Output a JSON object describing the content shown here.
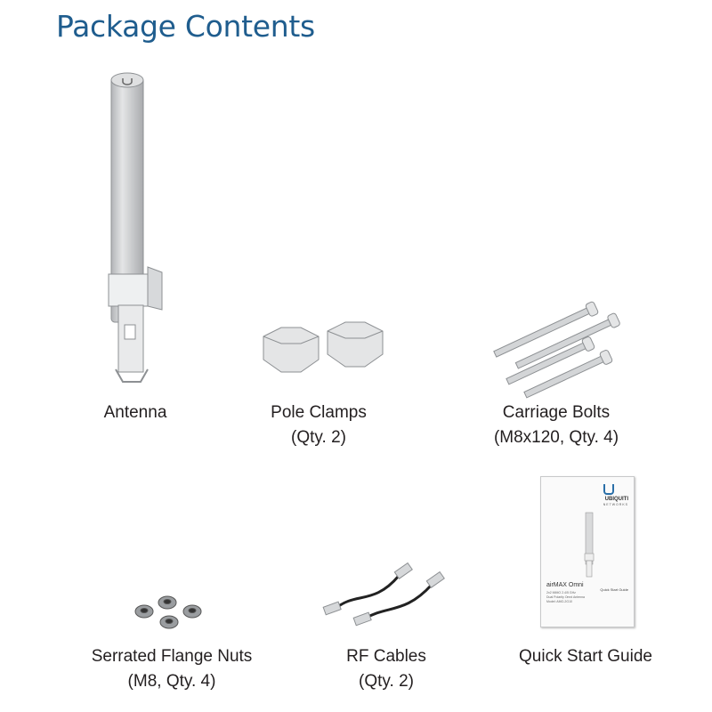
{
  "title": "Package Contents",
  "items": [
    {
      "name": "Antenna",
      "qty": ""
    },
    {
      "name": "Pole Clamps",
      "qty": "(Qty. 2)"
    },
    {
      "name": "Carriage Bolts",
      "qty": "(M8x120, Qty. 4)"
    },
    {
      "name": "Serrated Flange Nuts",
      "qty": "(M8, Qty. 4)"
    },
    {
      "name": "RF Cables",
      "qty": "(Qty. 2)"
    },
    {
      "name": "Quick Start Guide",
      "qty": ""
    }
  ],
  "guide_cover": {
    "brand": "UBIQUITI",
    "brand_sub": "NETWORKS",
    "product": "airMAX Omni",
    "detail_lines": [
      "2x2 MIMO 2.4/5 GHz",
      "Dual Polarity Omni Antenna",
      "Model: AMO-2G10"
    ],
    "footer": "Quick Start Guide"
  },
  "colors": {
    "title": "#1f5d8e",
    "metal": "#c9cbcd",
    "cable": "#222222"
  }
}
